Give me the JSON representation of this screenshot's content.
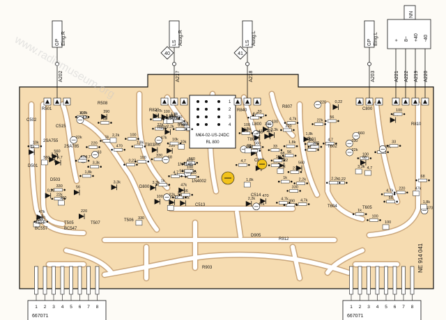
{
  "colors": {
    "board": "#f6dcb1",
    "trace": "#ffffff",
    "trace_edge": "#c9a57a",
    "ink": "#111111",
    "highlight": "#f2c21b",
    "watermark": "#c8c8c8"
  },
  "top_connectors": [
    {
      "tag": "GP",
      "label": "Eing.R",
      "pad": "A202"
    },
    {
      "tag": "LS",
      "label": "Ausg.R",
      "pad": "A217",
      "marker": "40"
    },
    {
      "tag": "LS",
      "label": "Ausg.L",
      "pad": "A218",
      "marker": "41"
    },
    {
      "tag": "GP",
      "label": "Eing.L",
      "pad": "A203"
    }
  ],
  "power_header": {
    "tag": "NN",
    "rails": [
      "+",
      "8~",
      "+40",
      "-40"
    ],
    "pads": [
      "A221",
      "A222",
      "A219",
      "A220"
    ]
  },
  "board_id": "NE 914 041",
  "bottom_connectors": [
    {
      "pins": [
        "1",
        "2",
        "3",
        "4",
        "5",
        "6",
        "7",
        "8"
      ],
      "code": "667071",
      "side": "left"
    },
    {
      "pins": [
        "1",
        "2",
        "3",
        "4",
        "5",
        "6",
        "7",
        "8"
      ],
      "code": "667071",
      "side": "right"
    }
  ],
  "relay": {
    "name": "RL 800",
    "spec": "M€4-02-US-24DC",
    "pins": [
      "1",
      "2",
      "3",
      "4"
    ]
  },
  "components": [
    {
      "ref": "R501"
    },
    {
      "ref": "R508"
    },
    {
      "ref": "C502"
    },
    {
      "ref": "C515"
    },
    {
      "ref": "2SA755"
    },
    {
      "ref": "2SA785"
    },
    {
      "ref": "D501"
    },
    {
      "ref": "D503"
    },
    {
      "ref": "T504"
    },
    {
      "ref": "BC557"
    },
    {
      "ref": "T505"
    },
    {
      "ref": "BC547"
    },
    {
      "ref": "T507"
    },
    {
      "ref": "T506"
    },
    {
      "ref": "R820"
    },
    {
      "ref": "L500"
    },
    {
      "ref": "HD37"
    },
    {
      "ref": "R830"
    },
    {
      "ref": "T803"
    },
    {
      "ref": "1N4148"
    },
    {
      "ref": "D800"
    },
    {
      "ref": "C513"
    },
    {
      "ref": "R840"
    },
    {
      "ref": "L800"
    },
    {
      "ref": "T806"
    },
    {
      "ref": "R807"
    },
    {
      "ref": "C800"
    },
    {
      "ref": "T601"
    },
    {
      "ref": "T602"
    },
    {
      "ref": "T604"
    },
    {
      "ref": "T605"
    },
    {
      "ref": "D905"
    },
    {
      "ref": "R912"
    },
    {
      "ref": "C514"
    },
    {
      "ref": "C803"
    },
    {
      "ref": "1N4002"
    },
    {
      "ref": "R810"
    },
    {
      "ref": "R903"
    }
  ],
  "values": [
    "1,8k",
    "4,7",
    "47k",
    "22k",
    "390",
    "330",
    "3,3k",
    "10k",
    "560",
    "2,2k",
    "1k",
    "100",
    "220",
    "470",
    "100",
    "0,22",
    "33",
    "68",
    "4,7k",
    "56"
  ],
  "watermark": "www.radiomuseum.org"
}
